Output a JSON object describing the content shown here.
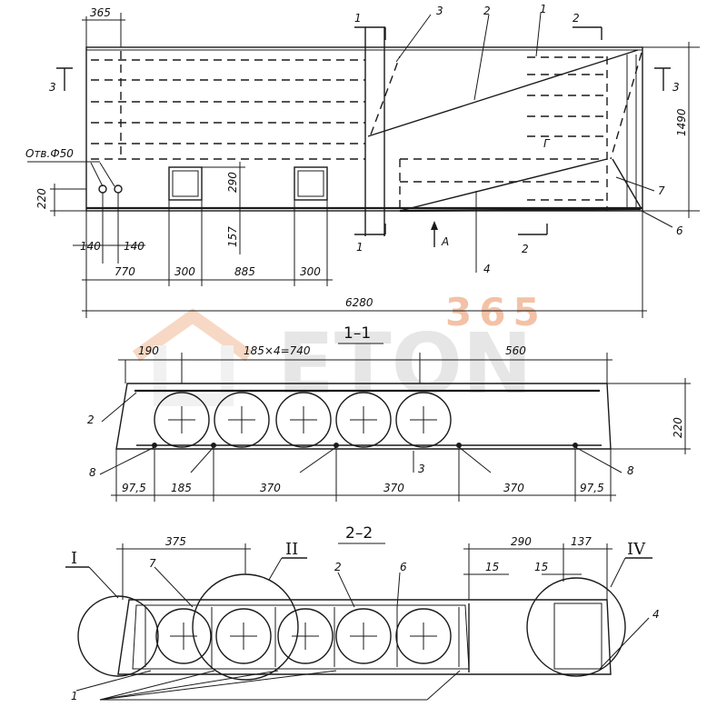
{
  "watermark": {
    "number": "365",
    "text": "ETON"
  },
  "elevation": {
    "dims": {
      "top_left": "365",
      "hole": "Отв.Ф50",
      "height_220": "220",
      "left_140a": "140",
      "left_140b": "140",
      "w770": "770",
      "w300a": "300",
      "w885": "885",
      "w300b": "300",
      "opening_290": "290",
      "opening_157": "157",
      "overall_length": "6280",
      "overall_height": "1490"
    },
    "callouts": {
      "c1": "1",
      "c2": "2",
      "c3": "3",
      "c4": "4",
      "c6": "6",
      "c7": "7",
      "c1b": "1"
    },
    "section_marks": {
      "s1_top": "1",
      "s1_bot": "1",
      "s2_top": "2",
      "s2_bot": "2",
      "s3_left": "3",
      "s3_right": "3",
      "view_a": "A",
      "g_mark": "Г"
    }
  },
  "section_1_1": {
    "title": "1–1",
    "dims": {
      "d190": "190",
      "d740": "185×4=740",
      "d560": "560",
      "d220": "220",
      "b975a": "97,5",
      "b185": "185",
      "b370a": "370",
      "b370b": "370",
      "b370c": "370",
      "b975b": "97,5"
    },
    "callouts": {
      "c2": "2",
      "c8a": "8",
      "c3": "3",
      "c8b": "8"
    }
  },
  "section_2_2": {
    "title": "2–2",
    "dims": {
      "d375": "375",
      "d290": "290",
      "d137": "137",
      "d15a": "15",
      "d15b": "15"
    },
    "callouts": {
      "c7": "7",
      "c2": "2",
      "c6": "6",
      "c4": "4",
      "c1": "1"
    },
    "roman": {
      "r1": "I",
      "r2": "II",
      "r4": "IV"
    }
  }
}
